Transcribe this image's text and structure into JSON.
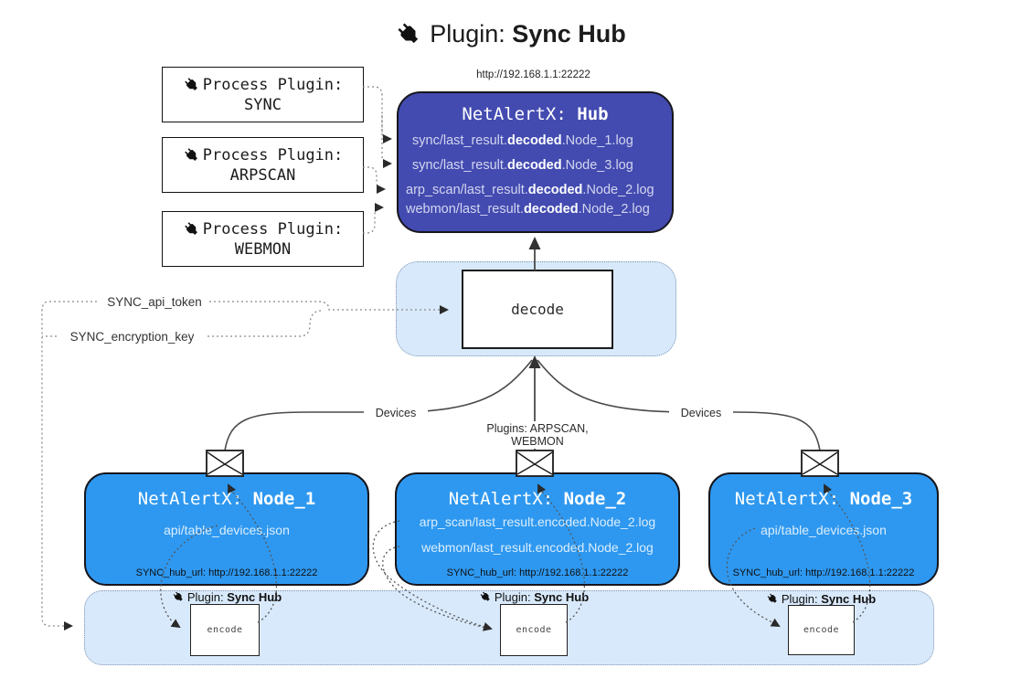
{
  "title": {
    "prefix": "Plugin:",
    "name": "Sync Hub"
  },
  "process_plugins": [
    {
      "label": "Process Plugin:",
      "name": "SYNC"
    },
    {
      "label": "Process Plugin:",
      "name": "ARPSCAN"
    },
    {
      "label": "Process Plugin:",
      "name": "WEBMON"
    }
  ],
  "hub": {
    "url": "http://192.168.1.1:22222",
    "app": "NetAlertX:",
    "name": "Hub",
    "logs": [
      {
        "pre": "sync/last_result.",
        "bold": "decoded",
        "post": ".Node_1.log"
      },
      {
        "pre": "sync/last_result.",
        "bold": "decoded",
        "post": ".Node_3.log"
      },
      {
        "pre": "arp_scan/last_result.",
        "bold": "decoded",
        "post": ".Node_2.log"
      },
      {
        "pre": "webmon/last_result.",
        "bold": "decoded",
        "post": ".Node_2.log"
      }
    ]
  },
  "decode": {
    "label": "decode"
  },
  "config": {
    "api_token": "SYNC_api_token",
    "encryption_key": "SYNC_encryption_key"
  },
  "edges": {
    "left": "Devices",
    "center": "Plugins: ARPSCAN, WEBMON",
    "right": "Devices"
  },
  "nodes": [
    {
      "app": "NetAlertX:",
      "name": "Node_1",
      "files": [
        "api/table_devices.json"
      ],
      "hub_url": "SYNC_hub_url: http://192.168.1.1:22222"
    },
    {
      "app": "NetAlertX:",
      "name": "Node_2",
      "files": [
        "arp_scan/last_result.encoded.Node_2.log",
        "webmon/last_result.encoded.Node_2.log"
      ],
      "hub_url": "SYNC_hub_url: http://192.168.1.1:22222"
    },
    {
      "app": "NetAlertX:",
      "name": "Node_3",
      "files": [
        "api/table_devices.json"
      ],
      "hub_url": "SYNC_hub_url: http://192.168.1.1:22222"
    }
  ],
  "encoder": {
    "plugin_prefix": "Plugin:",
    "plugin_name": "Sync Hub",
    "label": "encode"
  },
  "colors": {
    "hub_fill": "#434BB1",
    "node_fill": "#2E98F0",
    "band_fill": "#D8E9FB",
    "border_dark": "#16161d",
    "line_gray": "#4a4a4a"
  }
}
